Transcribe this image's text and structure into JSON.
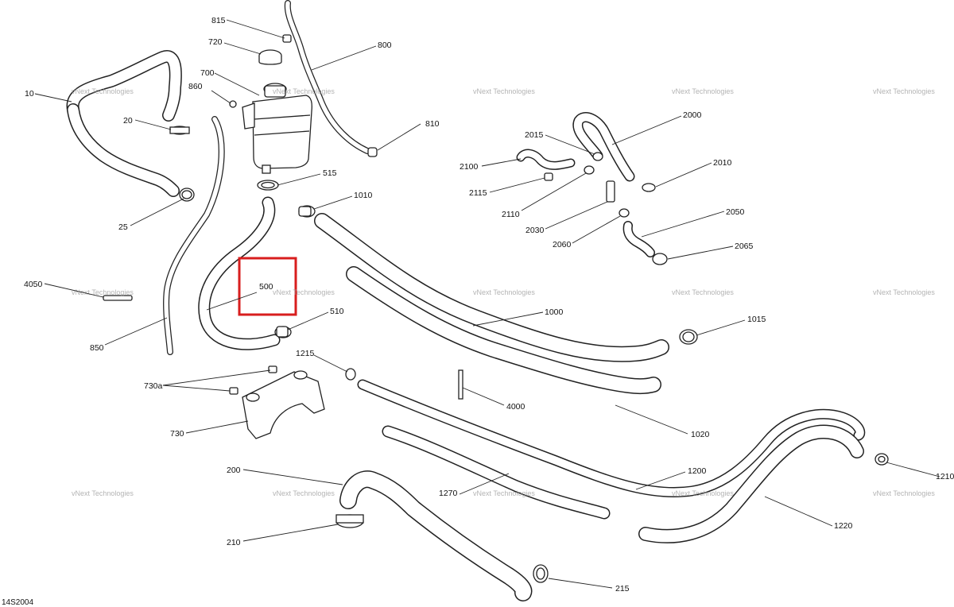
{
  "diagram": {
    "reference_code": "14S2004",
    "highlighted_callout": "500",
    "watermark": "vNext Technologies",
    "callouts": {
      "c10": "10",
      "c20": "20",
      "c25": "25",
      "c200": "200",
      "c210": "210",
      "c215": "215",
      "c500": "500",
      "c510": "510",
      "c515": "515",
      "c700": "700",
      "c720": "720",
      "c730": "730",
      "c730a": "730a",
      "c800": "800",
      "c810": "810",
      "c815": "815",
      "c850": "850",
      "c860": "860",
      "c1000": "1000",
      "c1010": "1010",
      "c1015": "1015",
      "c1020": "1020",
      "c1200": "1200",
      "c1210": "1210",
      "c1215": "1215",
      "c1220": "1220",
      "c1270": "1270",
      "c2000": "2000",
      "c2010": "2010",
      "c2015": "2015",
      "c2030": "2030",
      "c2050": "2050",
      "c2060": "2060",
      "c2065": "2065",
      "c2100": "2100",
      "c2110": "2110",
      "c2115": "2115",
      "c4000": "4000",
      "c4050": "4050"
    }
  }
}
